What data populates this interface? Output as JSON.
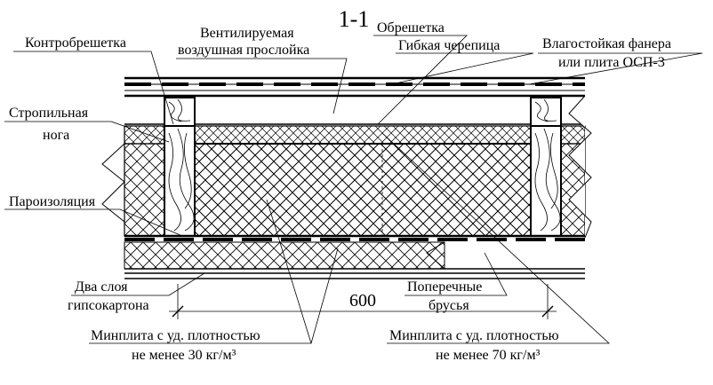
{
  "title": "1-1",
  "labels": {
    "counter_batten": "Контробрешетка",
    "vent_gap_1": "Вентилируемая",
    "vent_gap_2": "воздушная прослойка",
    "batten": "Обрешетка",
    "shingles": "Гибкая черепица",
    "plywood_1": "Влагостойкая фанера",
    "plywood_2": "или плита ОСП-3",
    "rafter_1": "Стропильная",
    "rafter_2": "нога",
    "vapor_barrier": "Пароизоляция",
    "gypsum_1": "Два слоя",
    "gypsum_2": "гипсокартона",
    "cross_bars_1": "Поперечные",
    "cross_bars_2": "брусья",
    "wool30_1": "Минплита с уд. плотностью",
    "wool30_2": "не менее 30 кг/м³",
    "wool70_1": "Минплита с уд. плотностью",
    "wool70_2": "не менее 70 кг/м³"
  },
  "dimension": "600"
}
